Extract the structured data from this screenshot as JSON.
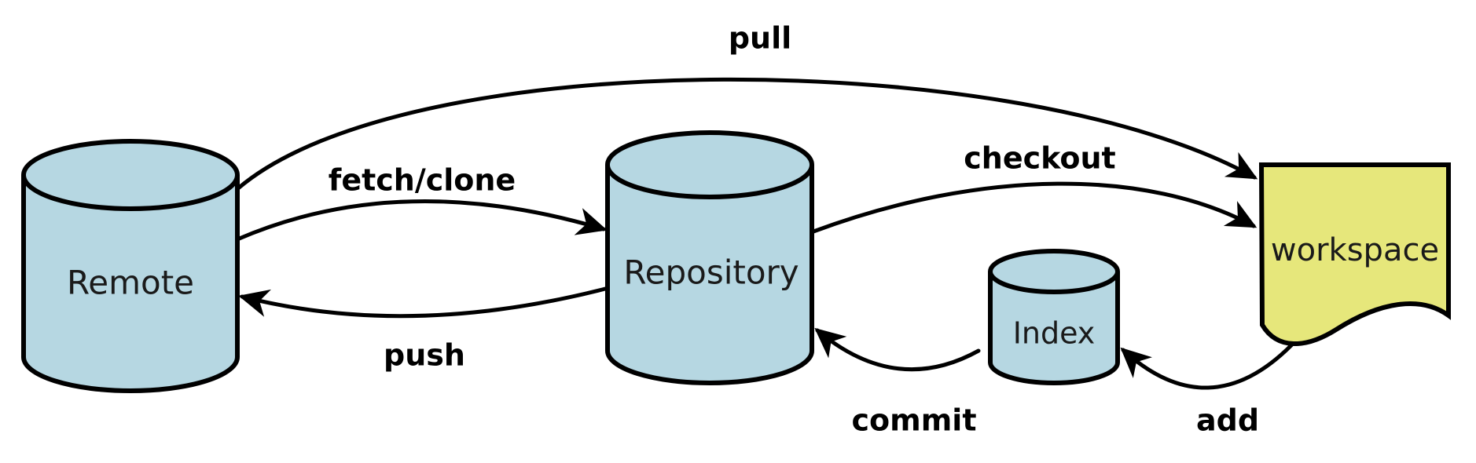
{
  "diagram": {
    "type": "flow-diagram",
    "background": "#ffffff"
  },
  "nodes": {
    "remote": {
      "label": "Remote",
      "shape": "cylinder"
    },
    "repository": {
      "label": "Repository",
      "shape": "cylinder"
    },
    "index": {
      "label": "Index",
      "shape": "cylinder"
    },
    "workspace": {
      "label": "workspace",
      "shape": "document"
    }
  },
  "edges": {
    "pull": {
      "label": "pull",
      "from": "Remote",
      "to": "workspace"
    },
    "fetch_clone": {
      "label": "fetch/clone",
      "from": "Remote",
      "to": "Repository"
    },
    "checkout": {
      "label": "checkout",
      "from": "Repository",
      "to": "workspace"
    },
    "push": {
      "label": "push",
      "from": "Repository",
      "to": "Remote"
    },
    "commit": {
      "label": "commit",
      "from": "Index",
      "to": "Repository"
    },
    "add": {
      "label": "add",
      "from": "workspace",
      "to": "Index"
    }
  },
  "colors": {
    "cylinder_fill": "#b6d7e2",
    "document_fill": "#e6e77b",
    "line": "#000000",
    "node_text": "#1a1a1a",
    "edge_text": "#000000"
  }
}
